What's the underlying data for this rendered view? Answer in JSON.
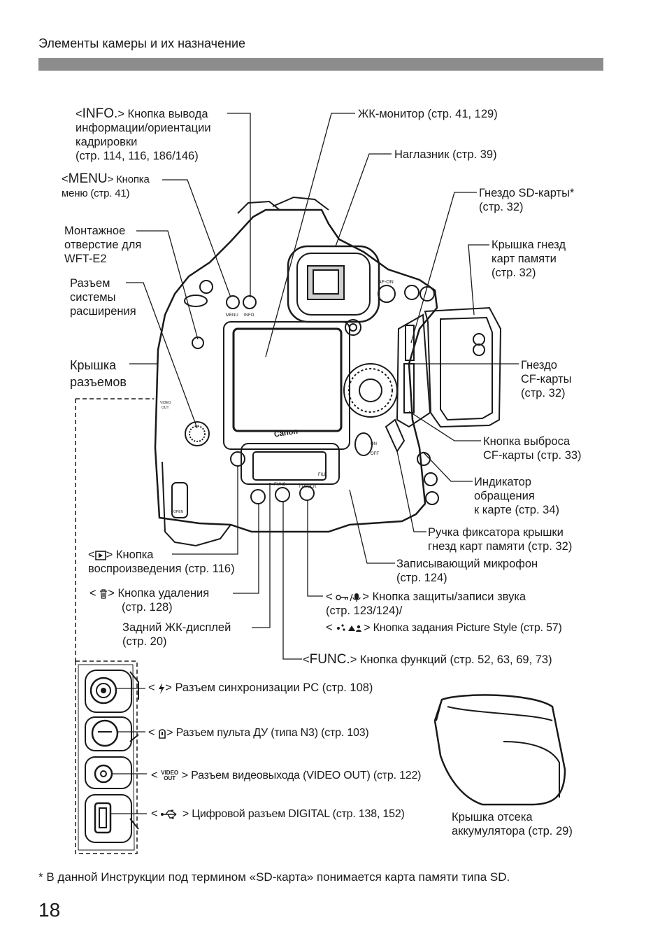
{
  "header": {
    "title": "Элементы камеры и их назначение"
  },
  "labels": {
    "info_button": {
      "icon_text": "INFO.",
      "lines": [
        "> Кнопка вывода",
        "информации/ориентации",
        "кадрировки",
        "(стр. 114, 116, 186/146)"
      ]
    },
    "menu_button": {
      "icon_text": "MENU",
      "lines": [
        "> Кнопка",
        "меню (стр. 41)"
      ]
    },
    "mount_hole": {
      "lines": [
        "Монтажное",
        "отверстие для",
        "WFT-E2"
      ]
    },
    "expansion_port": {
      "lines": [
        "Разъем",
        "системы",
        "расширения"
      ]
    },
    "terminal_cover": {
      "lines": [
        "Крышка",
        "разъемов"
      ]
    },
    "lcd_monitor": {
      "text": "ЖК-монитор (стр. 41, 129)"
    },
    "eyecup": {
      "text": "Наглазник (стр. 39)"
    },
    "sd_slot": {
      "lines": [
        "Гнездо SD-карты*",
        "(стр. 32)"
      ]
    },
    "card_cover": {
      "lines": [
        "Крышка гнезд",
        "карт памяти",
        "(стр. 32)"
      ]
    },
    "cf_slot": {
      "lines": [
        "Гнездо",
        "CF-карты",
        "(стр. 32)"
      ]
    },
    "cf_eject": {
      "lines": [
        "Кнопка выброса",
        "CF-карты (стр. 33)"
      ]
    },
    "access_lamp": {
      "lines": [
        "Индикатор",
        "обращения",
        "к карте (стр. 34)"
      ]
    },
    "cover_lever": {
      "lines": [
        "Ручка фиксатора крышки",
        "гнезд карт памяти (стр. 32)"
      ]
    },
    "microphone": {
      "lines": [
        "Записывающий микрофон",
        "(стр. 124)"
      ]
    },
    "playback_button": {
      "lines": [
        "> Кнопка",
        "воспроизведения (стр. 116)"
      ]
    },
    "erase_button": {
      "lines": [
        "> Кнопка удаления",
        "(стр. 128)"
      ]
    },
    "rear_lcd": {
      "lines": [
        "Задний ЖК-дисплей",
        "(стр. 20)"
      ]
    },
    "protect_button": {
      "lines": [
        "> Кнопка защиты/записи звука",
        "(стр. 123/124)/"
      ]
    },
    "picture_style": {
      "text": "> Кнопка задания Picture Style (стр. 57)"
    },
    "func_button": {
      "icon_text": "FUNC.",
      "text": "> Кнопка функций (стр. 52, 63, 69, 73)"
    },
    "pc_terminal": {
      "text": "> Разъем синхронизации PC (стр. 108)"
    },
    "remote_terminal": {
      "text": "> Разъем пульта ДУ (типа N3) (стр. 103)"
    },
    "video_out": {
      "icon_top": "VIDEO",
      "icon_bottom": "OUT",
      "text": "> Разъем видеовыхода (VIDEO OUT) (стр. 122)"
    },
    "digital_terminal": {
      "text": "> Цифровой разъем DIGITAL (стр. 138, 152)"
    },
    "battery_cover": {
      "lines": [
        "Крышка отсека",
        "аккумулятора (стр. 29)"
      ]
    }
  },
  "camera_markings": {
    "brand": "Canon",
    "menu": "MENU",
    "info": "INFO.",
    "af_on": "AF-ON",
    "on": "ON",
    "off": "OFF",
    "folder": "FOLDER",
    "file": "FILE",
    "func": "FUNC.",
    "video": "VIDEO",
    "out": "OUT",
    "open": "OPEN"
  },
  "footnote": "* В данной Инструкции под термином «SD-карта» понимается карта памяти типа SD.",
  "page_number": "18"
}
